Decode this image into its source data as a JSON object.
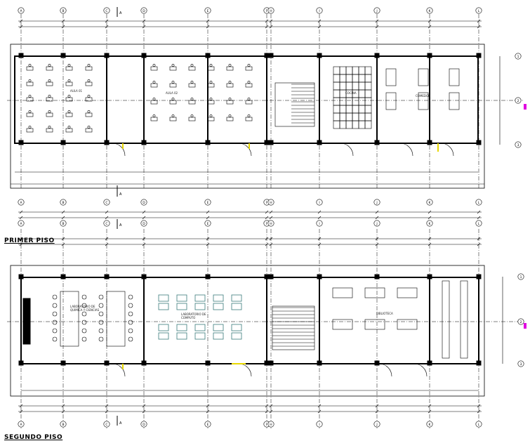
{
  "axes": {
    "columns": [
      "A",
      "B",
      "C",
      "D",
      "E",
      "F",
      "H",
      "I",
      "J",
      "K",
      "L"
    ],
    "rows": [
      "1",
      "2",
      "3"
    ]
  },
  "section_marker": "A",
  "floors": [
    {
      "title": "PRIMER PISO",
      "rooms": [
        "AULA 01",
        "AULA 02",
        "COCINA",
        "COMEDOR"
      ]
    },
    {
      "title": "SEGUNDO PISO",
      "rooms": [
        "LABORATORIO DE QUIMICA Y CIENCIAS",
        "LABORATORIO DE COMPUTO",
        "BIBLIOTECA"
      ]
    }
  ],
  "colors": {
    "line": "#000000",
    "door": "#e8d800",
    "marker": "#e000e0",
    "grid": "#444444",
    "pc": "#3a7a7a"
  }
}
